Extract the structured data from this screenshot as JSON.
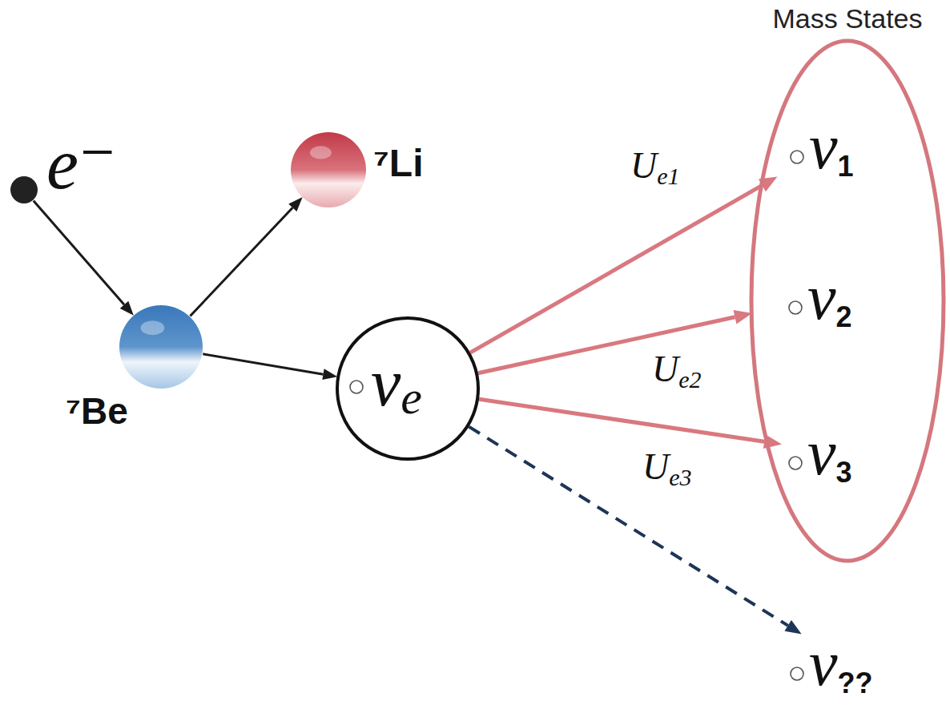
{
  "diagram": {
    "nodes": [
      {
        "text": [
          "e⁻"
        ]
      },
      {
        "text": [
          "⁷Li"
        ]
      },
      {
        "text": [
          "⁷Be"
        ]
      },
      {
        "text": [
          "νe"
        ]
      },
      {
        "text": [
          "Mass States"
        ]
      },
      {
        "text": [
          "ν1"
        ],
        "in": 4
      },
      {
        "text": [
          "ν2"
        ],
        "in": 4
      },
      {
        "text": [
          "ν3"
        ],
        "in": 4
      },
      {
        "text": [
          "ν??"
        ]
      }
    ],
    "edges": [
      {
        "from": 0,
        "to": 2,
        "arrow": "to"
      },
      {
        "from": 2,
        "to": 1,
        "arrow": "to"
      },
      {
        "from": 2,
        "to": 3,
        "arrow": "to"
      },
      {
        "from": 3,
        "to": 5,
        "label": "Ue1",
        "arrow": "to"
      },
      {
        "from": 3,
        "to": 6,
        "label": "Ue2",
        "arrow": "to"
      },
      {
        "from": 3,
        "to": 7,
        "label": "Ue3",
        "arrow": "to"
      },
      {
        "from": 3,
        "to": 8,
        "arrow": "to"
      }
    ]
  }
}
